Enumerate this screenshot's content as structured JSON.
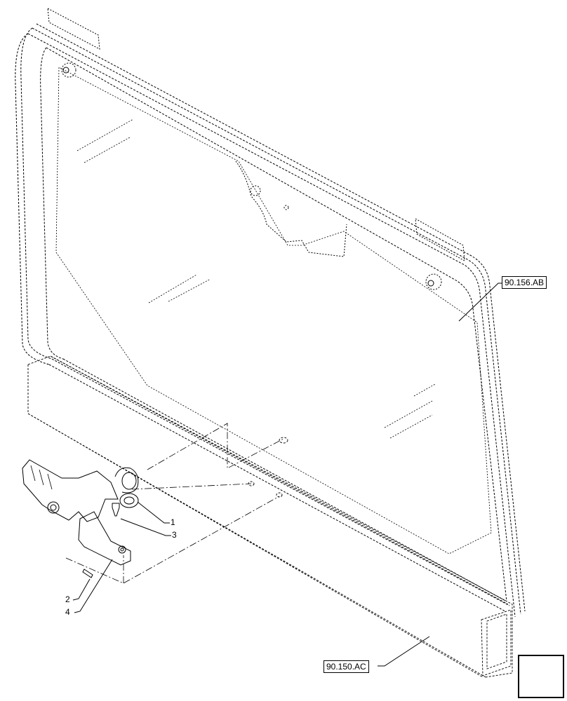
{
  "references": {
    "glass_panel": "90.156.AB",
    "base_frame": "90.150.AC"
  },
  "callouts": [
    "1",
    "3",
    "2",
    "4"
  ],
  "navigation": {
    "icon": "next-page-arrow-icon"
  },
  "colors": {
    "line": "#000000",
    "background": "#ffffff",
    "hidden_edge": "#555555"
  }
}
